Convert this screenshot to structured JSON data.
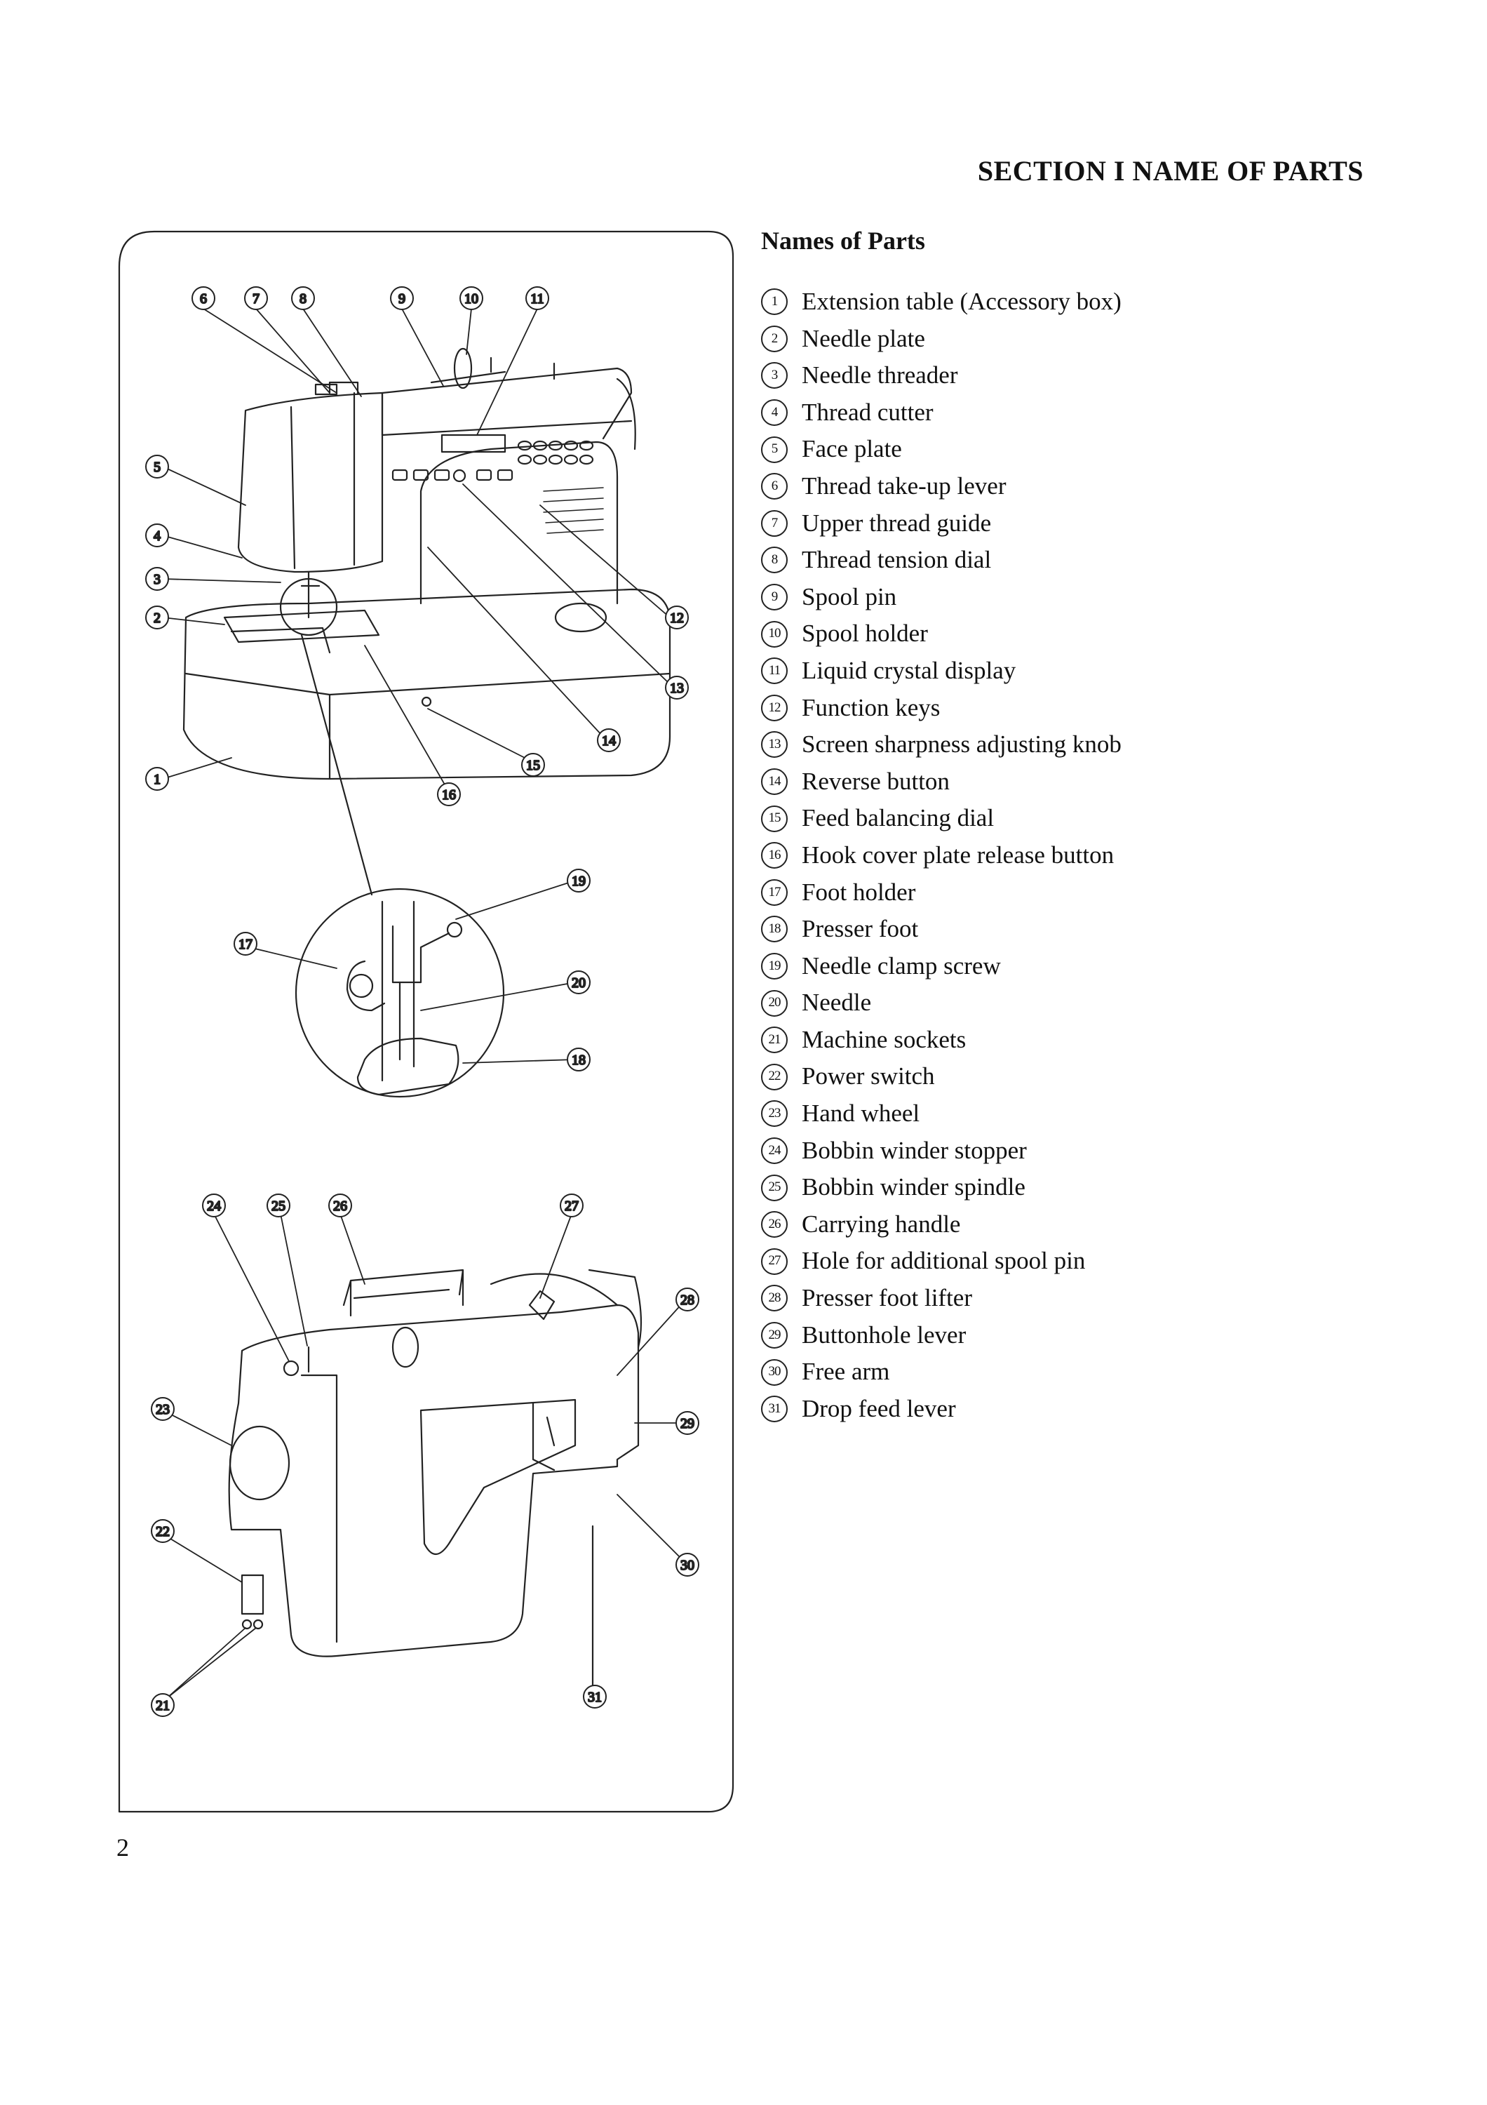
{
  "section_title": "SECTION I NAME OF PARTS",
  "names_heading": "Names of Parts",
  "parts": [
    {
      "num": "1",
      "name": "Extension table (Accessory box)"
    },
    {
      "num": "2",
      "name": "Needle plate"
    },
    {
      "num": "3",
      "name": "Needle threader"
    },
    {
      "num": "4",
      "name": "Thread cutter"
    },
    {
      "num": "5",
      "name": "Face plate"
    },
    {
      "num": "6",
      "name": "Thread take-up lever"
    },
    {
      "num": "7",
      "name": "Upper thread guide"
    },
    {
      "num": "8",
      "name": "Thread tension dial"
    },
    {
      "num": "9",
      "name": "Spool pin"
    },
    {
      "num": "10",
      "name": "Spool holder"
    },
    {
      "num": "11",
      "name": "Liquid crystal display"
    },
    {
      "num": "12",
      "name": "Function keys"
    },
    {
      "num": "13",
      "name": "Screen sharpness adjusting knob"
    },
    {
      "num": "14",
      "name": "Reverse button"
    },
    {
      "num": "15",
      "name": "Feed balancing dial"
    },
    {
      "num": "16",
      "name": "Hook cover plate release button"
    },
    {
      "num": "17",
      "name": "Foot holder"
    },
    {
      "num": "18",
      "name": "Presser foot"
    },
    {
      "num": "19",
      "name": "Needle clamp screw"
    },
    {
      "num": "20",
      "name": "Needle"
    },
    {
      "num": "21",
      "name": "Machine sockets"
    },
    {
      "num": "22",
      "name": "Power switch"
    },
    {
      "num": "23",
      "name": "Hand wheel"
    },
    {
      "num": "24",
      "name": "Bobbin winder stopper"
    },
    {
      "num": "25",
      "name": "Bobbin winder spindle"
    },
    {
      "num": "26",
      "name": "Carrying handle"
    },
    {
      "num": "27",
      "name": "Hole for additional spool pin"
    },
    {
      "num": "28",
      "name": "Presser foot lifter"
    },
    {
      "num": "29",
      "name": "Buttonhole lever"
    },
    {
      "num": "30",
      "name": "Free arm"
    },
    {
      "num": "31",
      "name": "Drop feed lever"
    }
  ],
  "page_number": "2"
}
